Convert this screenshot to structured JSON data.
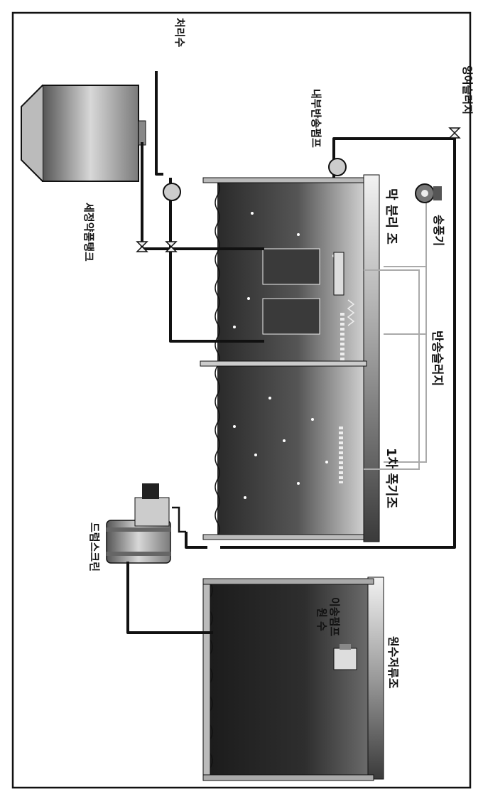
{
  "labels": {
    "treated_water": "처리수",
    "cleaning_tank": "세정약품탱크",
    "internal_return_pump": "내부반송펌프",
    "excess_sludge": "잉여슬러지",
    "membrane_tank": "막 분리 조",
    "blower": "송풍기",
    "return_sludge": "반송슬러지",
    "aeration_tank": "1차 폭기조",
    "drum_screen": "드럼스크린",
    "raw_pump_line1": "원 수",
    "raw_pump_line2": "이송펌프",
    "raw_water_tank": "원수저류조"
  }
}
